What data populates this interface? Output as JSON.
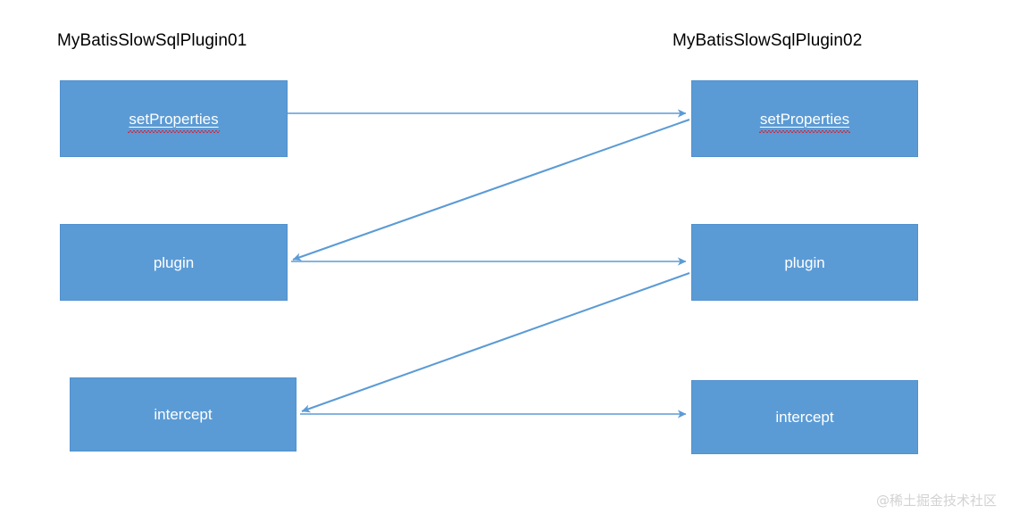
{
  "diagram": {
    "title_left": "MyBatisSlowSqlPlugin01",
    "title_right": "MyBatisSlowSqlPlugin02",
    "watermark": "@稀土掘金技术社区",
    "colors": {
      "box_fill": "#5B9BD5",
      "box_border": "#5191CE",
      "box_text": "#FFFFFF",
      "connector": "#5B9BD5",
      "title_text": "#000000",
      "spellcheck_squiggle": "#C0304A",
      "watermark_text": "#D2D2D2",
      "canvas_background": "#FFFFFF"
    },
    "nodes": {
      "left": [
        {
          "label": "setProperties",
          "underlined": true,
          "spellcheck_error": true
        },
        {
          "label": "plugin",
          "underlined": false,
          "spellcheck_error": false
        },
        {
          "label": "intercept",
          "underlined": false,
          "spellcheck_error": false
        }
      ],
      "right": [
        {
          "label": "setProperties",
          "underlined": true,
          "spellcheck_error": true
        },
        {
          "label": "plugin",
          "underlined": false,
          "spellcheck_error": false
        },
        {
          "label": "intercept",
          "underlined": false,
          "spellcheck_error": false
        }
      ]
    },
    "connectors": [
      {
        "name": "setproperties-left-to-right",
        "from": "left.setProperties",
        "to": "right.setProperties",
        "kind": "horizontal",
        "direction": "right"
      },
      {
        "name": "plugin-left-to-right",
        "from": "left.plugin",
        "to": "right.plugin",
        "kind": "horizontal",
        "direction": "right"
      },
      {
        "name": "intercept-left-to-right",
        "from": "left.intercept",
        "to": "right.intercept",
        "kind": "horizontal",
        "direction": "right"
      },
      {
        "name": "setproperties-right-to-plugin-left",
        "from": "right.setProperties",
        "to": "left.plugin",
        "kind": "diagonal",
        "direction": "left"
      },
      {
        "name": "plugin-right-to-intercept-left",
        "from": "right.plugin",
        "to": "left.intercept",
        "kind": "diagonal",
        "direction": "left"
      }
    ]
  }
}
